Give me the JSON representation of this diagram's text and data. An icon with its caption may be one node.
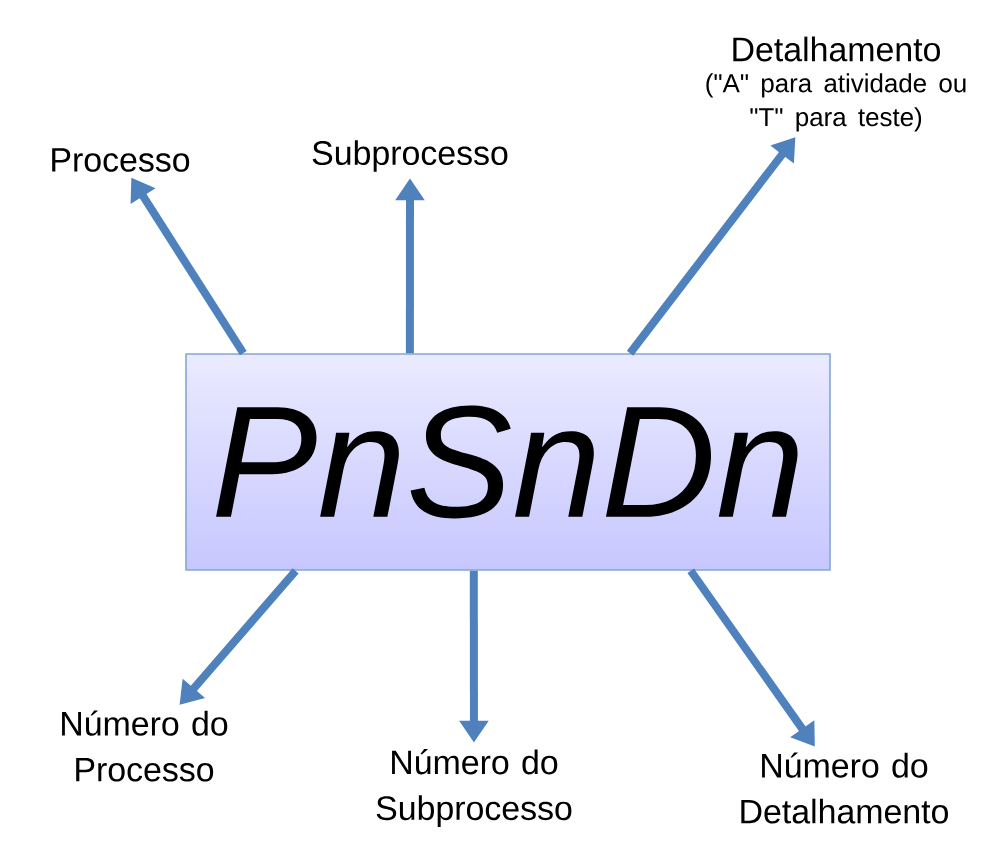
{
  "diagram": {
    "nodes": [
      {
        "text": [
          "PnSnDn"
        ]
      },
      {
        "text": [
          "Processo"
        ]
      },
      {
        "text": [
          "Subprocesso"
        ]
      },
      {
        "text": [
          "Detalhamento",
          "(\"A\" para atividade ou \"T\" para teste)"
        ]
      },
      {
        "text": [
          "Número do Processo"
        ]
      },
      {
        "text": [
          "Número do Subprocesso"
        ]
      },
      {
        "text": [
          "Número do Detalhamento"
        ]
      }
    ],
    "edges": [
      {
        "from": 0,
        "to": 1,
        "arrow": "to"
      },
      {
        "from": 0,
        "to": 2,
        "arrow": "to"
      },
      {
        "from": 0,
        "to": 3,
        "arrow": "to"
      },
      {
        "from": 0,
        "to": 4,
        "arrow": "to"
      },
      {
        "from": 0,
        "to": 5,
        "arrow": "to"
      },
      {
        "from": 0,
        "to": 6,
        "arrow": "to"
      }
    ]
  }
}
